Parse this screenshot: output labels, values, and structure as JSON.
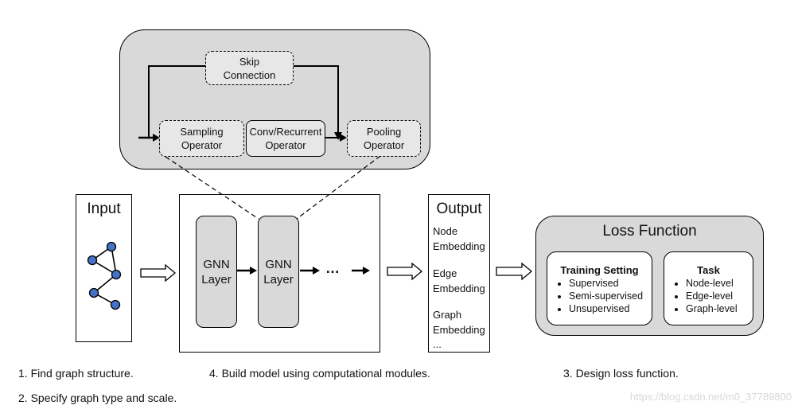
{
  "zoom_panel": {
    "skip_connection": "Skip\nConnection",
    "sampling_operator": "Sampling\nOperator",
    "conv_operator": "Conv/Recurrent\nOperator",
    "pooling_operator": "Pooling\nOperator"
  },
  "input_box": {
    "title": "Input"
  },
  "model_box": {
    "layer1": "GNN\nLayer",
    "layer2": "GNN\nLayer",
    "ellipsis": "…"
  },
  "output_box": {
    "title": "Output",
    "items": [
      "Node\nEmbedding",
      "Edge\nEmbedding",
      "Graph\nEmbedding"
    ],
    "ellipsis": "..."
  },
  "loss_box": {
    "title": "Loss Function",
    "training": {
      "title": "Training Setting",
      "items": [
        "Supervised",
        "Semi-supervised",
        "Unsupervised"
      ]
    },
    "task": {
      "title": "Task",
      "items": [
        "Node-level",
        "Edge-level",
        "Graph-level"
      ]
    }
  },
  "captions": {
    "step1": "1. Find graph structure.",
    "step2": "2. Specify graph type and scale.",
    "step4": "4. Build model using computational modules.",
    "step3": "3. Design loss function."
  },
  "watermark": "https://blog.csdn.net/m0_37789800",
  "colors": {
    "panel_fill": "#d9d9d9",
    "node_fill": "#4472c4",
    "stroke": "#000000"
  }
}
